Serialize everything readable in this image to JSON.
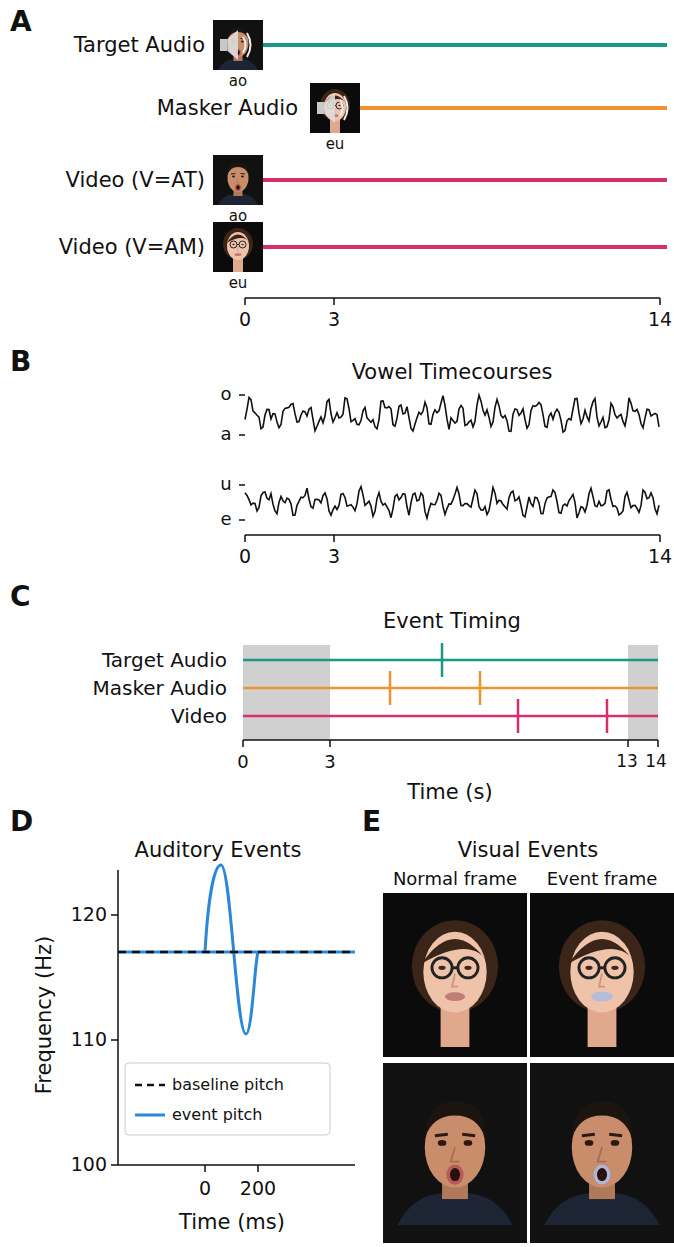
{
  "diagram": {
    "labels": [
      "A",
      "Target Audio",
      "ao",
      "Masker Audio",
      "eu",
      "Video (V=AT)",
      "ao",
      "Video (V=AM)",
      "eu",
      "0",
      "3",
      "14",
      "B",
      "Vowel Timecourses",
      "o",
      "a",
      "u",
      "e",
      "0",
      "3",
      "14",
      "C",
      "Event Timing",
      "Target Audio",
      "Masker Audio",
      "Video",
      "0",
      "3",
      "13",
      "14",
      "Time (s)",
      "D",
      "Auditory Events",
      "120",
      "110",
      "100",
      "Frequency (Hz)",
      "0",
      "200",
      "Time (ms)",
      "E",
      "Visual Events",
      "Normal frame",
      "Event frame"
    ],
    "legend": [
      {
        "text": "baseline pitch"
      },
      {
        "text": "event pitch"
      }
    ]
  }
}
